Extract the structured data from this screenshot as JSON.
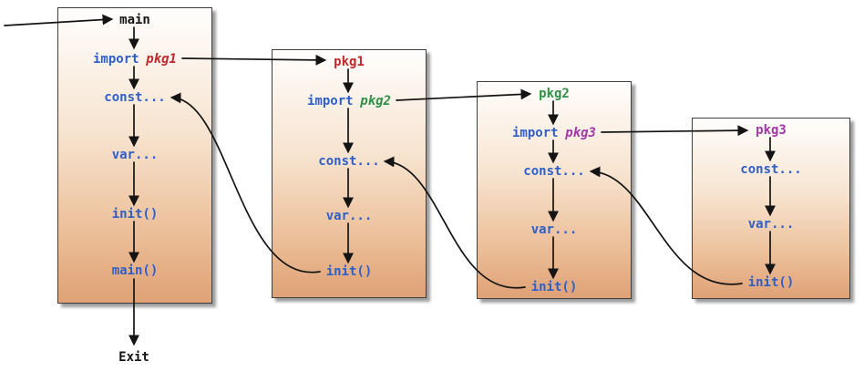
{
  "theme": {
    "ink": "#141414",
    "blue": "#2E5EC6",
    "red": "#C1272D",
    "green": "#2E9147",
    "purple": "#A336A8",
    "arrow": "#141414",
    "box_top": "#FFFEFD",
    "box_bottom": "#DFA175"
  },
  "diagram": {
    "exit_label": "Exit",
    "boxes": {
      "main": {
        "title": "main",
        "import_keyword": "import",
        "import_target": "pkg1",
        "const_label": "const...",
        "var_label": "var...",
        "init_label": "init()",
        "main_call_label": "main()"
      },
      "pkg1": {
        "title": "pkg1",
        "import_keyword": "import",
        "import_target": "pkg2",
        "const_label": "const...",
        "var_label": "var...",
        "init_label": "init()"
      },
      "pkg2": {
        "title": "pkg2",
        "import_keyword": "import",
        "import_target": "pkg3",
        "const_label": "const...",
        "var_label": "var...",
        "init_label": "init()"
      },
      "pkg3": {
        "title": "pkg3",
        "const_label": "const...",
        "var_label": "var...",
        "init_label": "init()"
      }
    }
  }
}
